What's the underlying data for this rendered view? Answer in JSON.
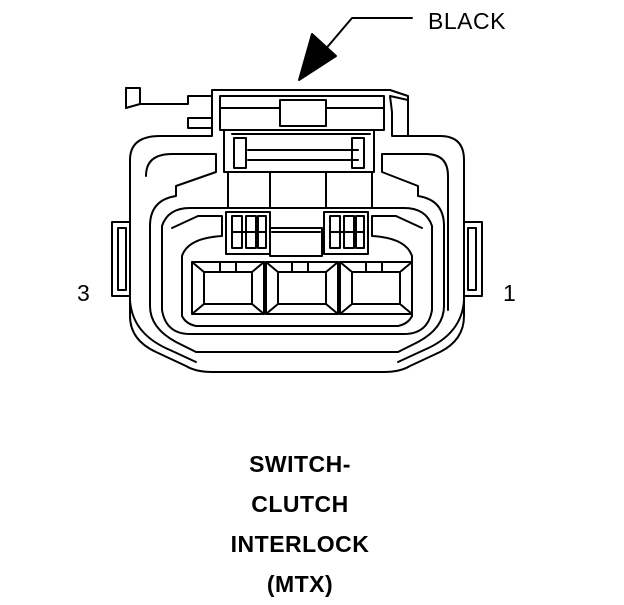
{
  "connector": {
    "color_label": "BLACK",
    "pin_left": "3",
    "pin_right": "1",
    "title_lines": [
      "SWITCH-",
      "CLUTCH",
      "INTERLOCK",
      "(MTX)"
    ]
  },
  "colors": {
    "line": "#000000",
    "background": "#ffffff"
  }
}
